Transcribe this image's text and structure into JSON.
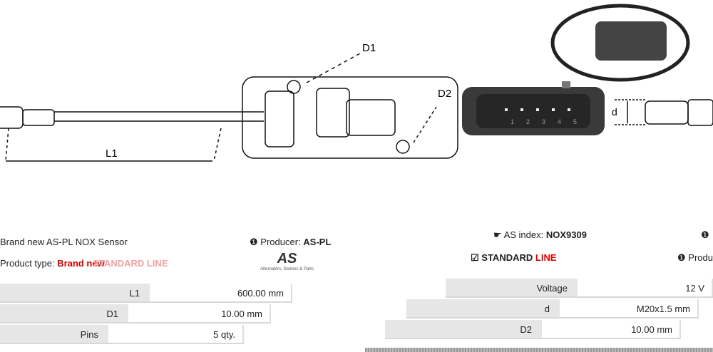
{
  "diagram": {
    "l1": "L1",
    "d1": "D1",
    "d2": "D2",
    "d_small": "d"
  },
  "connector": {
    "pins": [
      "1",
      "2",
      "3",
      "4",
      "5"
    ]
  },
  "left": {
    "description": "Brand new AS-PL NOX Sensor",
    "product_type_label": "Product type:",
    "product_type_value": "Brand new",
    "line_overlay": "STANDARD LINE",
    "producer_label": "Producer:",
    "producer_value": "AS-PL",
    "logo_tagline": "Alternators, Starters & Parts",
    "specs": [
      {
        "k": "L1",
        "v": "600.00 mm"
      },
      {
        "k": "D1",
        "v": "10.00 mm"
      },
      {
        "k": "Pins",
        "v": "5 qty."
      }
    ]
  },
  "right": {
    "index_label": "AS index:",
    "index_value": "NOX9309",
    "line_a": "STANDARD",
    "line_b": "LINE",
    "producer_label": "Producer:",
    "specs": [
      {
        "k": "Voltage",
        "v": "12 V"
      },
      {
        "k": "d",
        "v": "M20x1.5 mm"
      },
      {
        "k": "D2",
        "v": "10.00 mm"
      }
    ]
  }
}
